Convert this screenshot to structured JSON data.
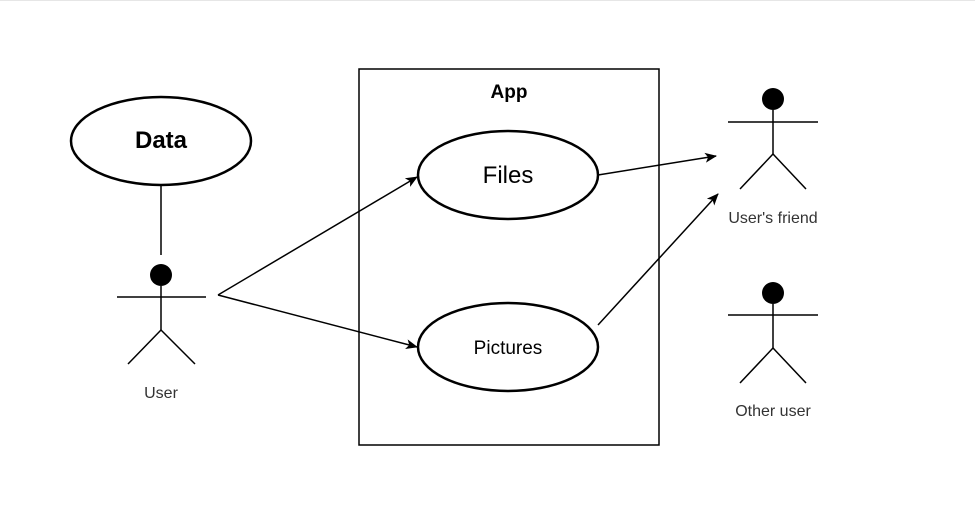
{
  "diagram": {
    "system": {
      "title": "App"
    },
    "data_node": {
      "label": "Data"
    },
    "use_cases": {
      "files": {
        "label": "Files"
      },
      "pictures": {
        "label": "Pictures"
      }
    },
    "actors": {
      "user": {
        "label": "User"
      },
      "friend": {
        "label": "User's friend"
      },
      "other": {
        "label": "Other user"
      }
    },
    "colors": {
      "stroke": "#000000",
      "background": "#ffffff",
      "actor_text": "#333333"
    }
  }
}
